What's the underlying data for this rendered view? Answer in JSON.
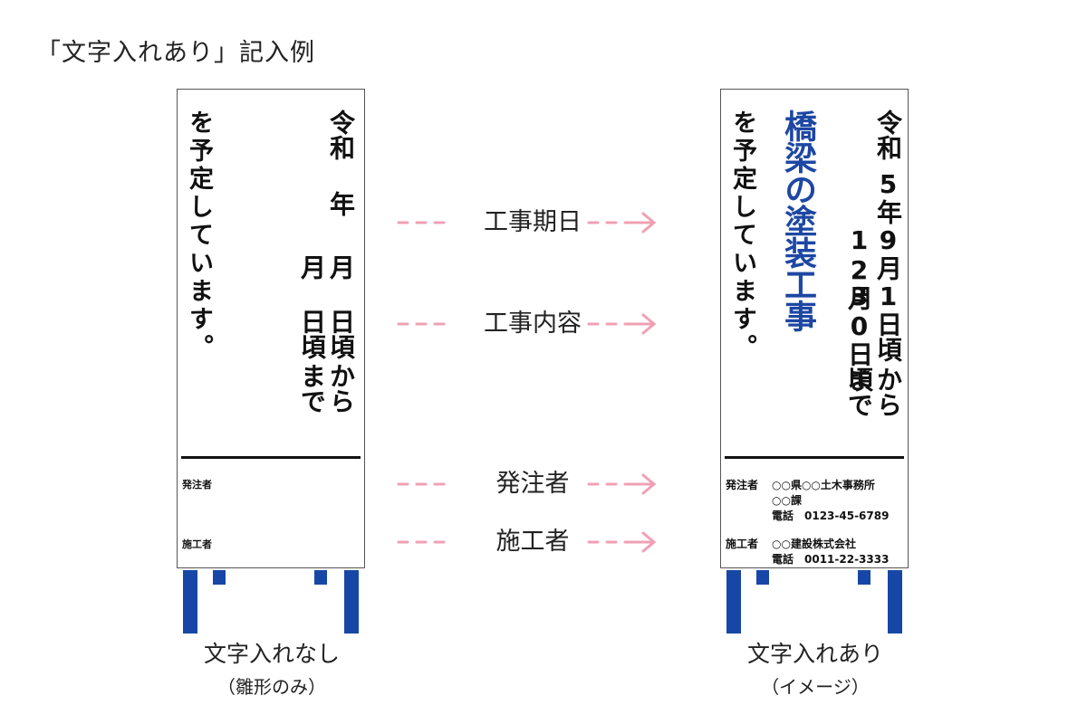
{
  "title": "「文字入れあり」記入例",
  "left_board": {
    "col_right_top": "令和",
    "col_right_year": "年",
    "col_right_month": "月",
    "col_right_day": "日頃",
    "col_right_kara": "から",
    "col_mid_month": "月",
    "col_mid_day": "日頃",
    "col_mid_made": "まで",
    "col_left": "を予定しています。",
    "orderer_label": "発注者",
    "contractor_label": "施工者"
  },
  "right_board": {
    "col_right_top": "令和",
    "col_right_year": "5年",
    "col_right_month": "9月",
    "col_right_day": "1日頃",
    "col_right_kara": "から",
    "col_mid_month": "12月",
    "col_mid_day": "30日頃",
    "col_mid_made": "まで",
    "project": "橋梁の塗装工事",
    "col_left": "を予定しています。",
    "orderer_label": "発注者",
    "orderer_name": "○○県○○土木事務所",
    "orderer_section": "○○課",
    "orderer_phone": "電話　0123-45-6789",
    "contractor_label": "施工者",
    "contractor_name": "○○建設株式会社",
    "contractor_phone": "電話　0011-22-3333"
  },
  "arrows": [
    {
      "label": "工事期日"
    },
    {
      "label": "工事内容"
    },
    {
      "label": "発注者"
    },
    {
      "label": "施工者"
    }
  ],
  "captions": {
    "left_main": "文字入れなし",
    "left_sub": "（雛形のみ）",
    "right_main": "文字入れあり",
    "right_sub": "（イメージ）"
  },
  "colors": {
    "accent_blue": "#1d47a3",
    "arrow_pink": "#f0a0b4",
    "leg_blue": "#1747a6"
  }
}
